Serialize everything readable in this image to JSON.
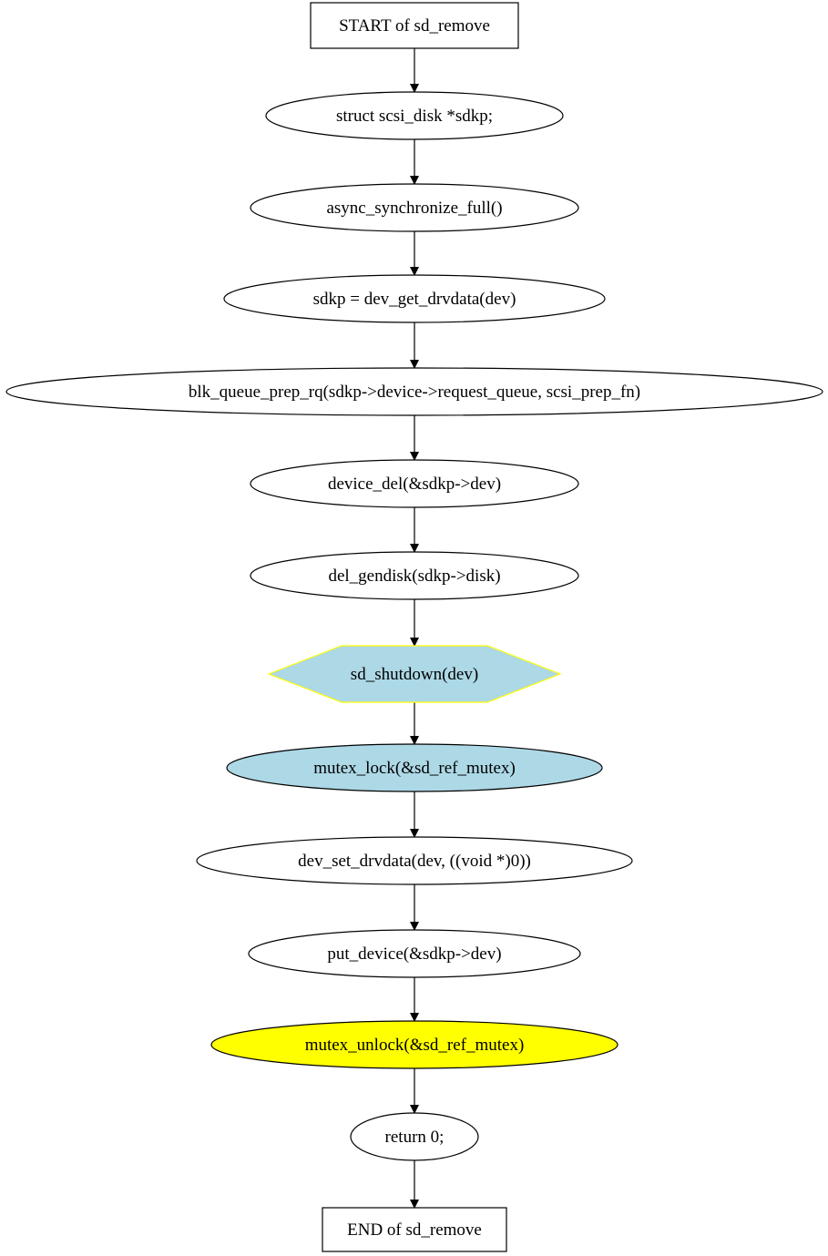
{
  "diagram": {
    "type": "flowchart",
    "colors": {
      "stroke": "#000000",
      "background": "#ffffff",
      "highlight_blue": "#add8e6",
      "highlight_yellow": "#ffff00",
      "hexagon_border": "#ffff00"
    },
    "nodes": [
      {
        "id": "start",
        "shape": "box",
        "label": "START of sd_remove",
        "fill": "#ffffff",
        "stroke": "#000000"
      },
      {
        "id": "n1",
        "shape": "ellipse",
        "label": "struct scsi_disk *sdkp;",
        "fill": "#ffffff",
        "stroke": "#000000"
      },
      {
        "id": "n2",
        "shape": "ellipse",
        "label": "async_synchronize_full()",
        "fill": "#ffffff",
        "stroke": "#000000"
      },
      {
        "id": "n3",
        "shape": "ellipse",
        "label": "sdkp = dev_get_drvdata(dev)",
        "fill": "#ffffff",
        "stroke": "#000000"
      },
      {
        "id": "n4",
        "shape": "ellipse",
        "label": "blk_queue_prep_rq(sdkp->device->request_queue, scsi_prep_fn)",
        "fill": "#ffffff",
        "stroke": "#000000"
      },
      {
        "id": "n5",
        "shape": "ellipse",
        "label": "device_del(&sdkp->dev)",
        "fill": "#ffffff",
        "stroke": "#000000"
      },
      {
        "id": "n6",
        "shape": "ellipse",
        "label": "del_gendisk(sdkp->disk)",
        "fill": "#ffffff",
        "stroke": "#000000"
      },
      {
        "id": "n7",
        "shape": "hexagon",
        "label": "sd_shutdown(dev)",
        "fill": "#add8e6",
        "stroke": "#ffff00"
      },
      {
        "id": "n8",
        "shape": "ellipse",
        "label": "mutex_lock(&sd_ref_mutex)",
        "fill": "#add8e6",
        "stroke": "#000000"
      },
      {
        "id": "n9",
        "shape": "ellipse",
        "label": "dev_set_drvdata(dev, ((void *)0))",
        "fill": "#ffffff",
        "stroke": "#000000"
      },
      {
        "id": "n10",
        "shape": "ellipse",
        "label": "put_device(&sdkp->dev)",
        "fill": "#ffffff",
        "stroke": "#000000"
      },
      {
        "id": "n11",
        "shape": "ellipse",
        "label": "mutex_unlock(&sd_ref_mutex)",
        "fill": "#ffff00",
        "stroke": "#000000"
      },
      {
        "id": "n12",
        "shape": "ellipse",
        "label": "return 0;",
        "fill": "#ffffff",
        "stroke": "#000000"
      },
      {
        "id": "end",
        "shape": "box",
        "label": "END of sd_remove",
        "fill": "#ffffff",
        "stroke": "#000000"
      }
    ],
    "edges": [
      {
        "from": "start",
        "to": "n1"
      },
      {
        "from": "n1",
        "to": "n2"
      },
      {
        "from": "n2",
        "to": "n3"
      },
      {
        "from": "n3",
        "to": "n4"
      },
      {
        "from": "n4",
        "to": "n5"
      },
      {
        "from": "n5",
        "to": "n6"
      },
      {
        "from": "n6",
        "to": "n7"
      },
      {
        "from": "n7",
        "to": "n8"
      },
      {
        "from": "n8",
        "to": "n9"
      },
      {
        "from": "n9",
        "to": "n10"
      },
      {
        "from": "n10",
        "to": "n11"
      },
      {
        "from": "n11",
        "to": "n12"
      },
      {
        "from": "n12",
        "to": "end"
      }
    ]
  }
}
